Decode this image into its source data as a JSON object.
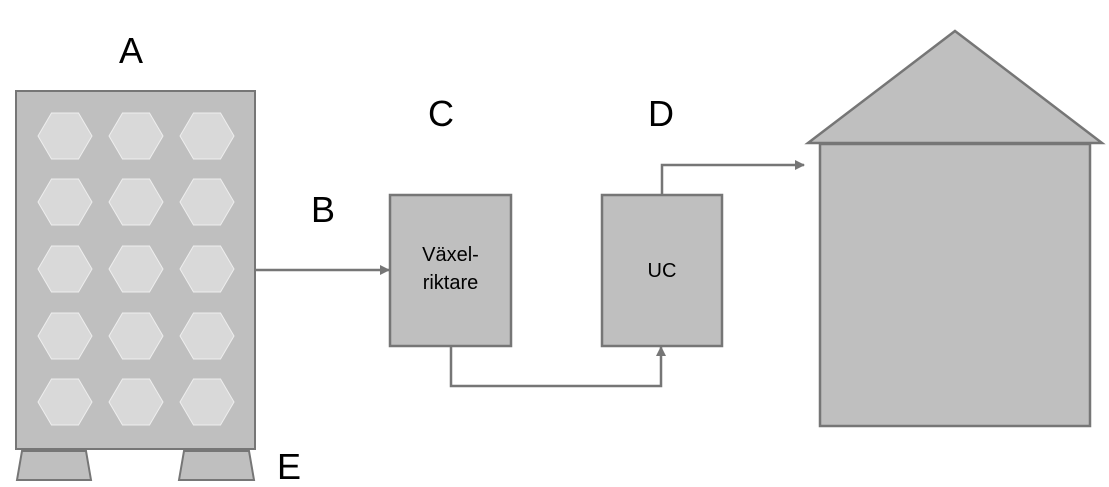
{
  "labels": {
    "a": "A",
    "b": "B",
    "c": "C",
    "d": "D",
    "e": "E"
  },
  "boxes": {
    "inverter_line1": "Växel-",
    "inverter_line2": "riktare",
    "uc": "UC"
  },
  "colors": {
    "fill": "#bfbfbf",
    "stroke": "#767676",
    "cell": "#d9d9d9",
    "cell_stroke": "#eeeeee"
  }
}
